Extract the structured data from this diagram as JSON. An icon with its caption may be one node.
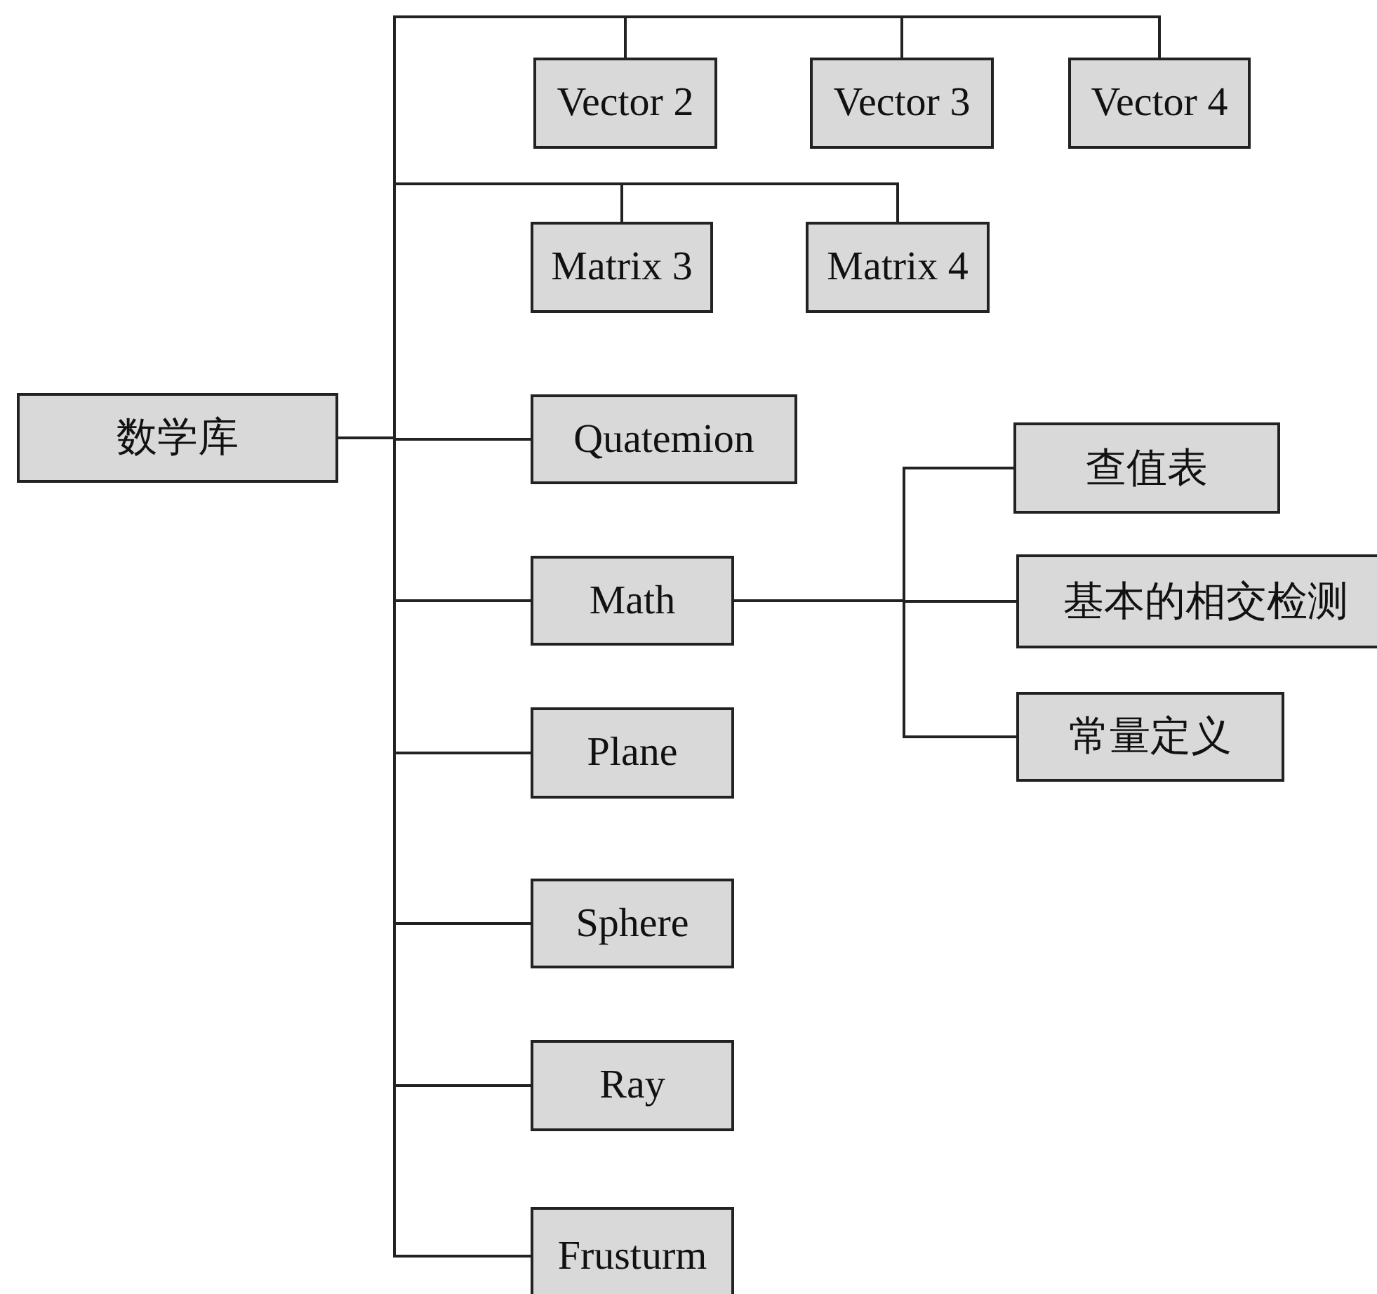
{
  "diagram": {
    "nodes": [
      {
        "text": [
          "数学库"
        ]
      },
      {
        "text": [
          "Vector 2"
        ]
      },
      {
        "text": [
          "Vector 3"
        ]
      },
      {
        "text": [
          "Vector 4"
        ]
      },
      {
        "text": [
          "Matrix 3"
        ]
      },
      {
        "text": [
          "Matrix 4"
        ]
      },
      {
        "text": [
          "Quatemion"
        ]
      },
      {
        "text": [
          "Math"
        ]
      },
      {
        "text": [
          "Plane"
        ]
      },
      {
        "text": [
          "Sphere"
        ]
      },
      {
        "text": [
          "Ray"
        ]
      },
      {
        "text": [
          "Frusturm"
        ]
      },
      {
        "text": [
          "查值表"
        ]
      },
      {
        "text": [
          "基本的相交检测"
        ]
      },
      {
        "text": [
          "常量定义"
        ]
      }
    ],
    "edges": [
      {
        "from": 0,
        "to": 1,
        "arrow": "none"
      },
      {
        "from": 0,
        "to": 2,
        "arrow": "none"
      },
      {
        "from": 0,
        "to": 3,
        "arrow": "none"
      },
      {
        "from": 0,
        "to": 4,
        "arrow": "none"
      },
      {
        "from": 0,
        "to": 5,
        "arrow": "none"
      },
      {
        "from": 0,
        "to": 6,
        "arrow": "none"
      },
      {
        "from": 0,
        "to": 7,
        "arrow": "none"
      },
      {
        "from": 0,
        "to": 8,
        "arrow": "none"
      },
      {
        "from": 0,
        "to": 9,
        "arrow": "none"
      },
      {
        "from": 0,
        "to": 10,
        "arrow": "none"
      },
      {
        "from": 0,
        "to": 11,
        "arrow": "none"
      },
      {
        "from": 7,
        "to": 12,
        "arrow": "none"
      },
      {
        "from": 7,
        "to": 13,
        "arrow": "none"
      },
      {
        "from": 7,
        "to": 14,
        "arrow": "none"
      }
    ]
  }
}
